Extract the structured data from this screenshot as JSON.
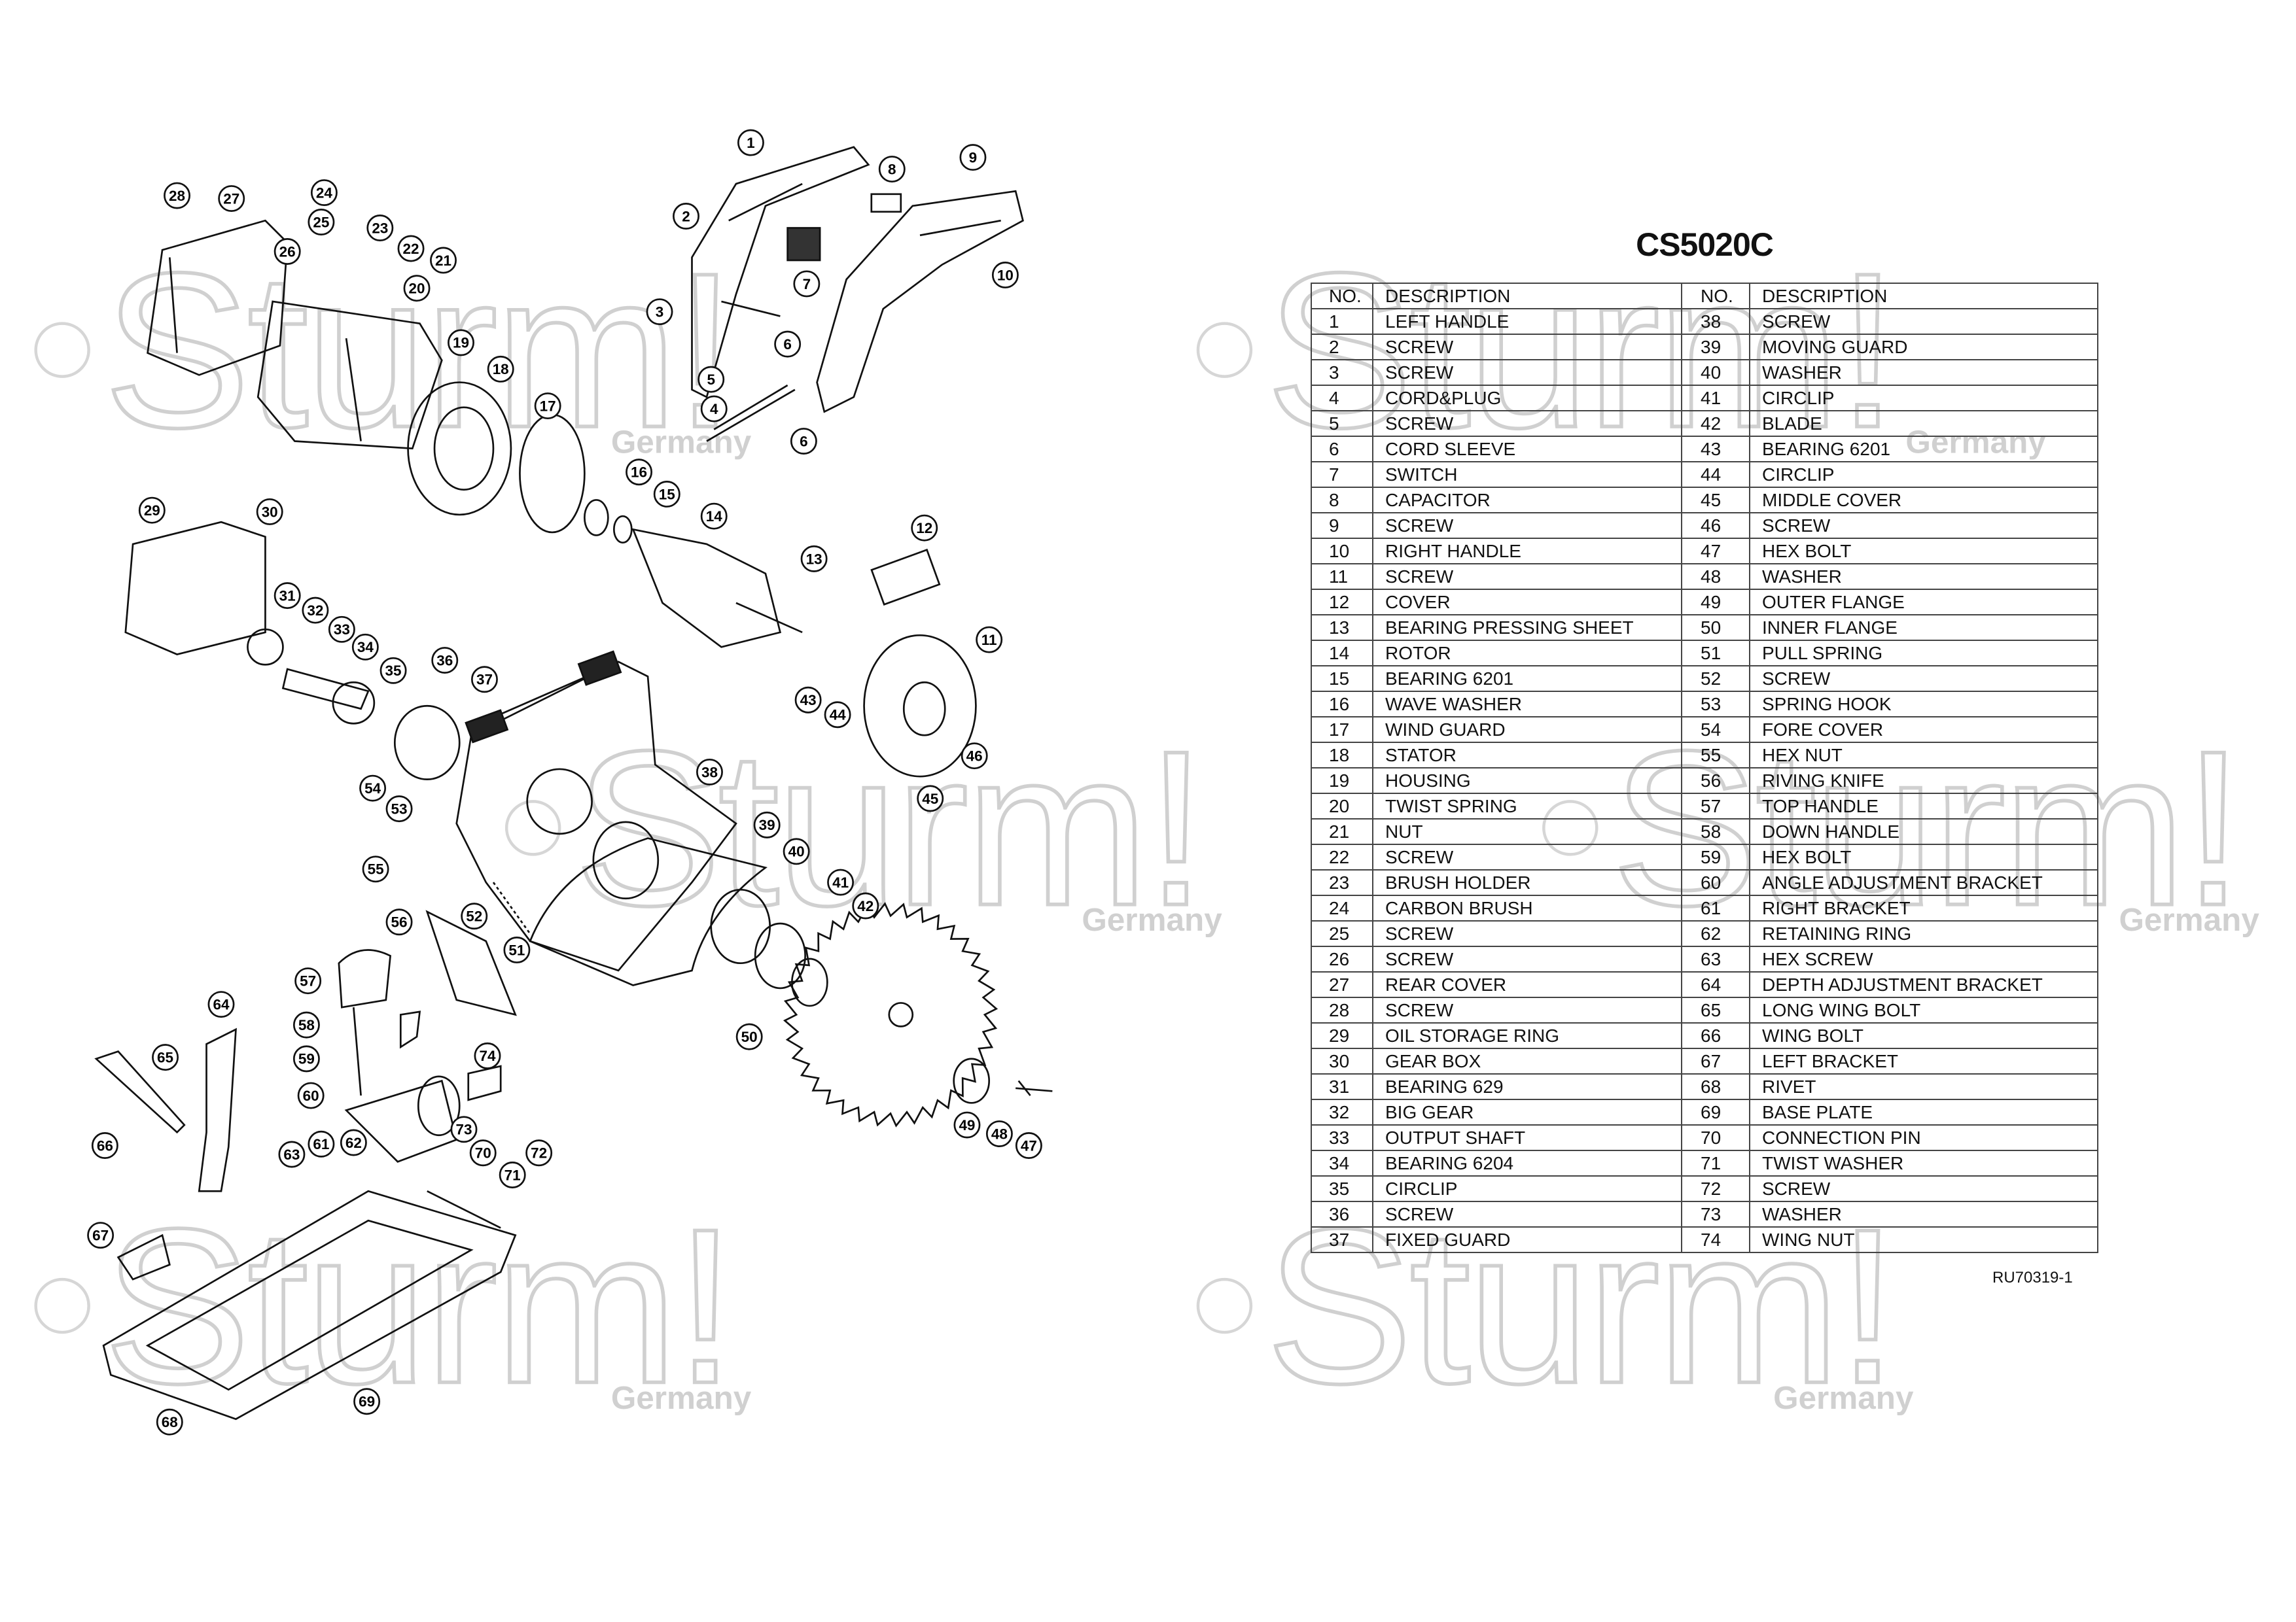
{
  "watermark": {
    "brand": "Sturm!",
    "sub": "Germany"
  },
  "title": "CS5020C",
  "table": {
    "headers": {
      "no": "NO.",
      "description": "DESCRIPTION"
    },
    "left": [
      [
        "1",
        "LEFT HANDLE"
      ],
      [
        "2",
        "SCREW"
      ],
      [
        "3",
        "SCREW"
      ],
      [
        "4",
        "CORD&PLUG"
      ],
      [
        "5",
        "SCREW"
      ],
      [
        "6",
        "CORD SLEEVE"
      ],
      [
        "7",
        "SWITCH"
      ],
      [
        "8",
        "CAPACITOR"
      ],
      [
        "9",
        "SCREW"
      ],
      [
        "10",
        "RIGHT HANDLE"
      ],
      [
        "11",
        "SCREW"
      ],
      [
        "12",
        "COVER"
      ],
      [
        "13",
        "BEARING PRESSING SHEET"
      ],
      [
        "14",
        "ROTOR"
      ],
      [
        "15",
        "BEARING 6201"
      ],
      [
        "16",
        "WAVE WASHER"
      ],
      [
        "17",
        "WIND GUARD"
      ],
      [
        "18",
        "STATOR"
      ],
      [
        "19",
        "HOUSING"
      ],
      [
        "20",
        "TWIST SPRING"
      ],
      [
        "21",
        "NUT"
      ],
      [
        "22",
        "SCREW"
      ],
      [
        "23",
        "BRUSH HOLDER"
      ],
      [
        "24",
        "CARBON BRUSH"
      ],
      [
        "25",
        "SCREW"
      ],
      [
        "26",
        "SCREW"
      ],
      [
        "27",
        "REAR COVER"
      ],
      [
        "28",
        "SCREW"
      ],
      [
        "29",
        "OIL STORAGE RING"
      ],
      [
        "30",
        "GEAR BOX"
      ],
      [
        "31",
        "BEARING 629"
      ],
      [
        "32",
        "BIG GEAR"
      ],
      [
        "33",
        "OUTPUT SHAFT"
      ],
      [
        "34",
        "BEARING 6204"
      ],
      [
        "35",
        "CIRCLIP"
      ],
      [
        "36",
        "SCREW"
      ],
      [
        "37",
        "FIXED GUARD"
      ]
    ],
    "right": [
      [
        "38",
        "SCREW"
      ],
      [
        "39",
        "MOVING GUARD"
      ],
      [
        "40",
        "WASHER"
      ],
      [
        "41",
        "CIRCLIP"
      ],
      [
        "42",
        "BLADE"
      ],
      [
        "43",
        "BEARING 6201"
      ],
      [
        "44",
        "CIRCLIP"
      ],
      [
        "45",
        "MIDDLE COVER"
      ],
      [
        "46",
        "SCREW"
      ],
      [
        "47",
        "HEX BOLT"
      ],
      [
        "48",
        "WASHER"
      ],
      [
        "49",
        "OUTER FLANGE"
      ],
      [
        "50",
        "INNER FLANGE"
      ],
      [
        "51",
        "PULL SPRING"
      ],
      [
        "52",
        "SCREW"
      ],
      [
        "53",
        "SPRING HOOK"
      ],
      [
        "54",
        "FORE COVER"
      ],
      [
        "55",
        "HEX NUT"
      ],
      [
        "56",
        "RIVING KNIFE"
      ],
      [
        "57",
        "TOP HANDLE"
      ],
      [
        "58",
        "DOWN HANDLE"
      ],
      [
        "59",
        "HEX BOLT"
      ],
      [
        "60",
        "ANGLE ADJUSTMENT BRACKET"
      ],
      [
        "61",
        "RIGHT BRACKET"
      ],
      [
        "62",
        "RETAINING RING"
      ],
      [
        "63",
        "HEX SCREW"
      ],
      [
        "64",
        "DEPTH ADJUSTMENT BRACKET"
      ],
      [
        "65",
        "LONG WING BOLT"
      ],
      [
        "66",
        "WING BOLT"
      ],
      [
        "67",
        "LEFT BRACKET"
      ],
      [
        "68",
        "RIVET"
      ],
      [
        "69",
        "BASE PLATE"
      ],
      [
        "70",
        "CONNECTION PIN"
      ],
      [
        "71",
        "TWIST WASHER"
      ],
      [
        "72",
        "SCREW"
      ],
      [
        "73",
        "WASHER"
      ],
      [
        "74",
        "WING NUT"
      ]
    ]
  },
  "callouts": [
    "1",
    "2",
    "3",
    "4",
    "5",
    "6",
    "6",
    "7",
    "8",
    "9",
    "10",
    "11",
    "12",
    "13",
    "14",
    "15",
    "16",
    "17",
    "18",
    "19",
    "20",
    "21",
    "22",
    "23",
    "24",
    "25",
    "26",
    "27",
    "28",
    "29",
    "30",
    "31",
    "32",
    "33",
    "34",
    "35",
    "36",
    "37",
    "38",
    "39",
    "40",
    "41",
    "42",
    "43",
    "44",
    "45",
    "46",
    "47",
    "48",
    "49",
    "50",
    "51",
    "52",
    "53",
    "54",
    "55",
    "56",
    "57",
    "58",
    "59",
    "60",
    "61",
    "62",
    "63",
    "64",
    "65",
    "66",
    "67",
    "68",
    "69",
    "70",
    "71",
    "72",
    "73",
    "74"
  ],
  "doc_id": "RU70319-1"
}
